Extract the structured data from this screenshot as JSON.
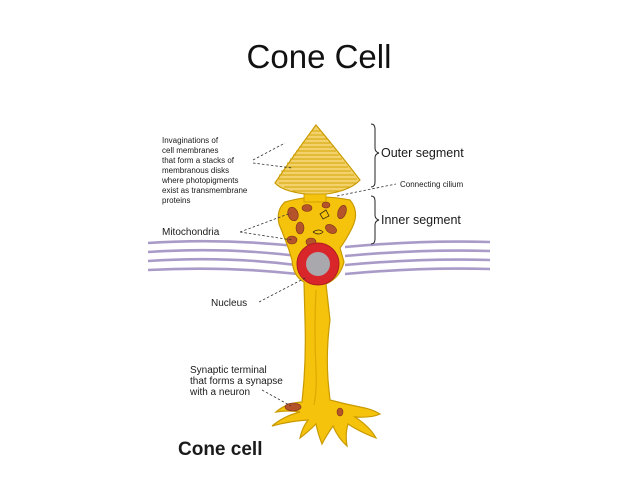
{
  "title": "Cone Cell",
  "labels": {
    "invaginations": [
      "Invaginations of",
      "cell membranes",
      "that form a stacks of",
      "membranous disks",
      "where photopigments",
      "exist as transmembrane",
      "proteins"
    ],
    "outer_segment": "Outer segment",
    "connecting_cilium": "Connecting cilium",
    "inner_segment": "Inner segment",
    "mitochondria": "Mitochondria",
    "nucleus": "Nucleus",
    "synaptic": [
      "Synaptic terminal",
      "that forms a synapse",
      "with a neuron"
    ],
    "caption": "Cone cell"
  },
  "colors": {
    "cell_yellow": "#f5c30c",
    "cell_outline": "#c99a00",
    "outer_segment": "#f3d26e",
    "mitochondria": "#b5532a",
    "nucleus_outer": "#d9262b",
    "nucleus_inner": "#a9a9ad",
    "membrane_lines": "#a99bc8"
  }
}
